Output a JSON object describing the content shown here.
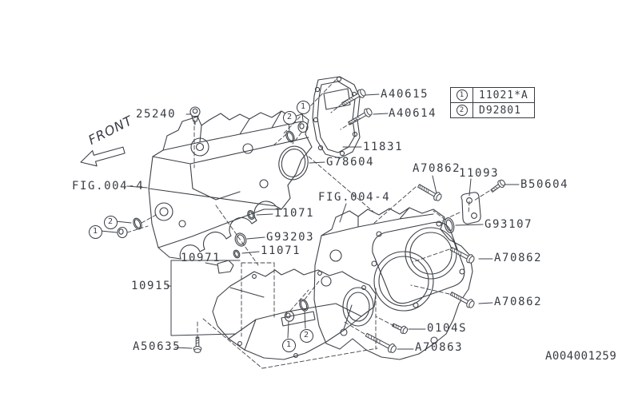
{
  "drawing": {
    "number": "A004001259",
    "front_label": "FRONT"
  },
  "legend": {
    "rows": [
      {
        "num": "1",
        "code": "11021*A"
      },
      {
        "num": "2",
        "code": "D92801"
      }
    ]
  },
  "callouts": {
    "one": "1",
    "two": "2"
  },
  "parts": {
    "p25240": "25240",
    "a40615": "A40615",
    "a40614": "A40614",
    "p11831": "11831",
    "g78604": "G78604",
    "a70862": "A70862",
    "p11093": "11093",
    "b50604": "B50604",
    "g93107": "G93107",
    "fig004": "FIG.004-4",
    "p11071": "11071",
    "g93203": "G93203",
    "p10971": "10971",
    "p10915": "10915",
    "a50635": "A50635",
    "p0104s": "0104S",
    "a70863": "A70863"
  },
  "colors": {
    "line": "#3d4248",
    "text": "#373c43"
  }
}
